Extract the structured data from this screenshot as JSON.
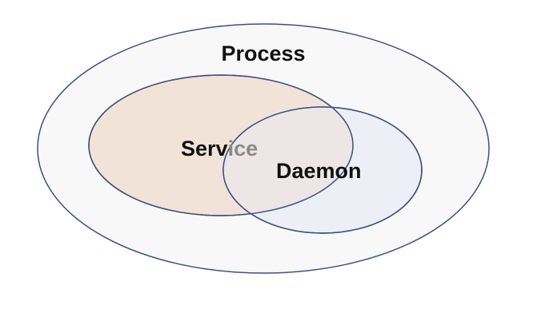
{
  "diagram": {
    "outer": {
      "label": "Process",
      "fill": "#f8f8f9",
      "stroke": "#3f4f86"
    },
    "left": {
      "label_part1": "Serv",
      "label_part2": "ice",
      "fill": "#f2e3d8",
      "stroke": "#3f4f86"
    },
    "right": {
      "label": "Daemon",
      "fill": "#e6eaf3",
      "stroke": "#3f4f86"
    },
    "overlap_text_color": "#8a8a8a"
  }
}
